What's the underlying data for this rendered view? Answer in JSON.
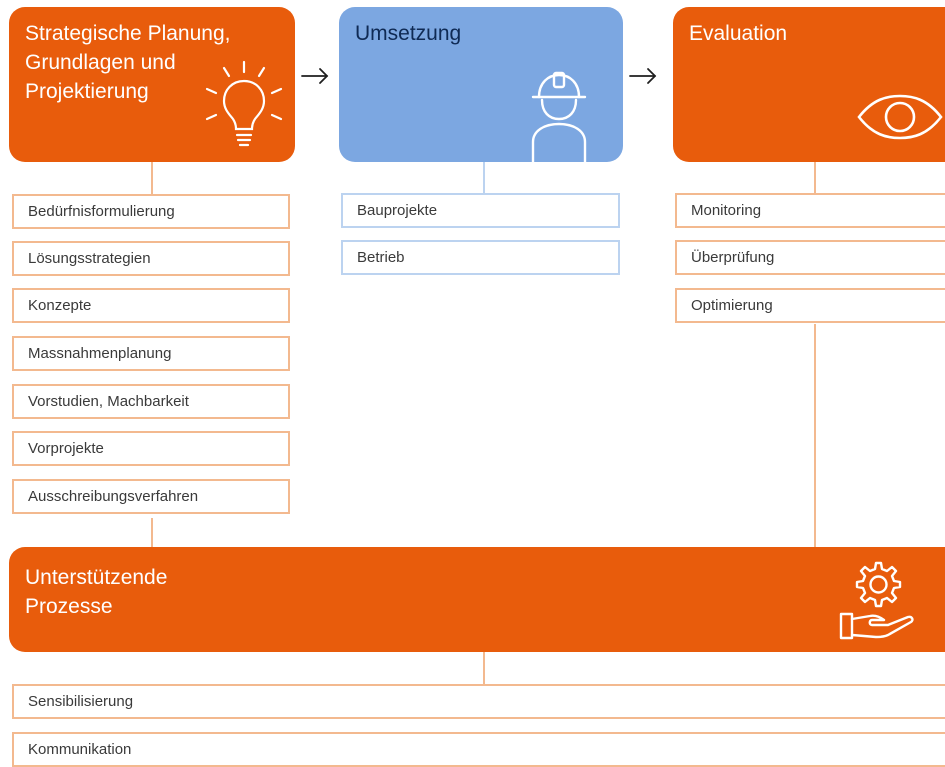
{
  "phases": {
    "planning": {
      "title": "Strategische Planung,\nGrundlagen und\nProjektierung",
      "icon": "lightbulb-icon",
      "items": [
        "Bedürfnisformulierung",
        "Lösungsstrategien",
        "Konzepte",
        "Massnahmenplanung",
        "Vorstudien, Machbarkeit",
        "Vorprojekte",
        "Ausschreibungsverfahren"
      ]
    },
    "execution": {
      "title": "Umsetzung",
      "icon": "construction-worker-icon",
      "items": [
        "Bauprojekte",
        "Betrieb"
      ]
    },
    "evaluation": {
      "title": "Evaluation",
      "icon": "eye-icon",
      "items": [
        "Monitoring",
        "Überprüfung",
        "Optimierung"
      ]
    }
  },
  "support": {
    "title": "Unterstützende\nProzesse",
    "icon": "hand-gear-icon",
    "items": [
      "Sensibilisierung",
      "Kommunikation"
    ]
  },
  "colors": {
    "orange": "#E85C0C",
    "blue": "#7CA7E1",
    "orange_border": "#F3B98F",
    "blue_border": "#BCD3F0"
  }
}
